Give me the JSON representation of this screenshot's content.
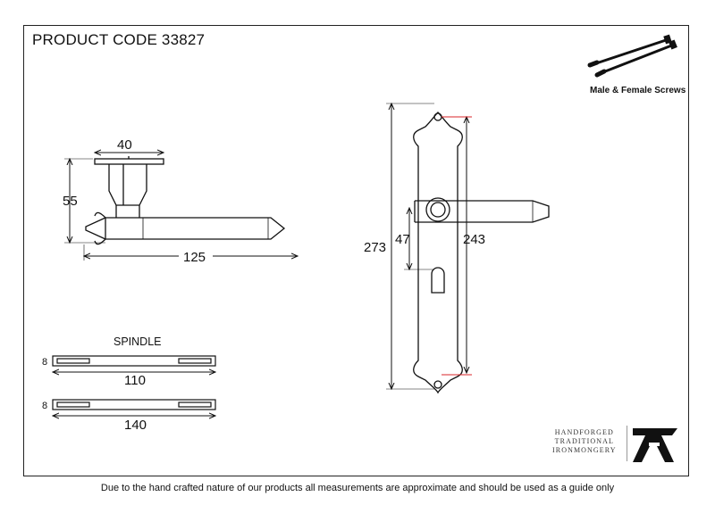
{
  "header": {
    "product_code": "PRODUCT CODE 33827"
  },
  "screws": {
    "label": "Male & Female Screws"
  },
  "lever_profile": {
    "dim_width": "40",
    "dim_height": "55",
    "dim_length": "125"
  },
  "backplate": {
    "dim_total_height": "273",
    "dim_centre": "47",
    "dim_fixing": "243"
  },
  "spindle": {
    "title": "SPINDLE",
    "short": {
      "thickness": "8",
      "length": "110"
    },
    "long": {
      "thickness": "8",
      "length": "140"
    }
  },
  "brand": {
    "line1": "HANDFORGED",
    "line2": "TRADITIONAL",
    "line3": "IRONMONGERY",
    "logo_letter": "A"
  },
  "footer": {
    "disclaimer": "Due to the hand crafted nature of our products all measurements are approximate and should be used as a guide only"
  },
  "colors": {
    "line": "#111111",
    "accent_red": "#d9262a"
  }
}
